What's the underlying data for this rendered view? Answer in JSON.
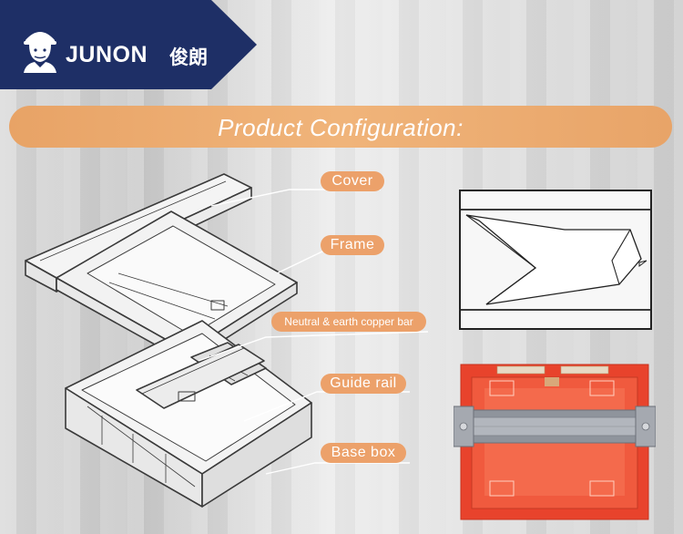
{
  "brand": {
    "name": "JUNON",
    "name_cn": "俊朗",
    "banner_color": "#1e2f66"
  },
  "title": "Product Configuration:",
  "labels": {
    "cover": "Cover",
    "frame": "Frame",
    "copper_bar": "Neutral & earth copper bar",
    "guide_rail": "Guide rail",
    "base_box": "Base box"
  },
  "colors": {
    "accent": "#eca16a",
    "base_box_red": "#e8432c",
    "rail_gray": "#9a9ea6"
  },
  "icons": [
    "worker-mascot-icon"
  ]
}
